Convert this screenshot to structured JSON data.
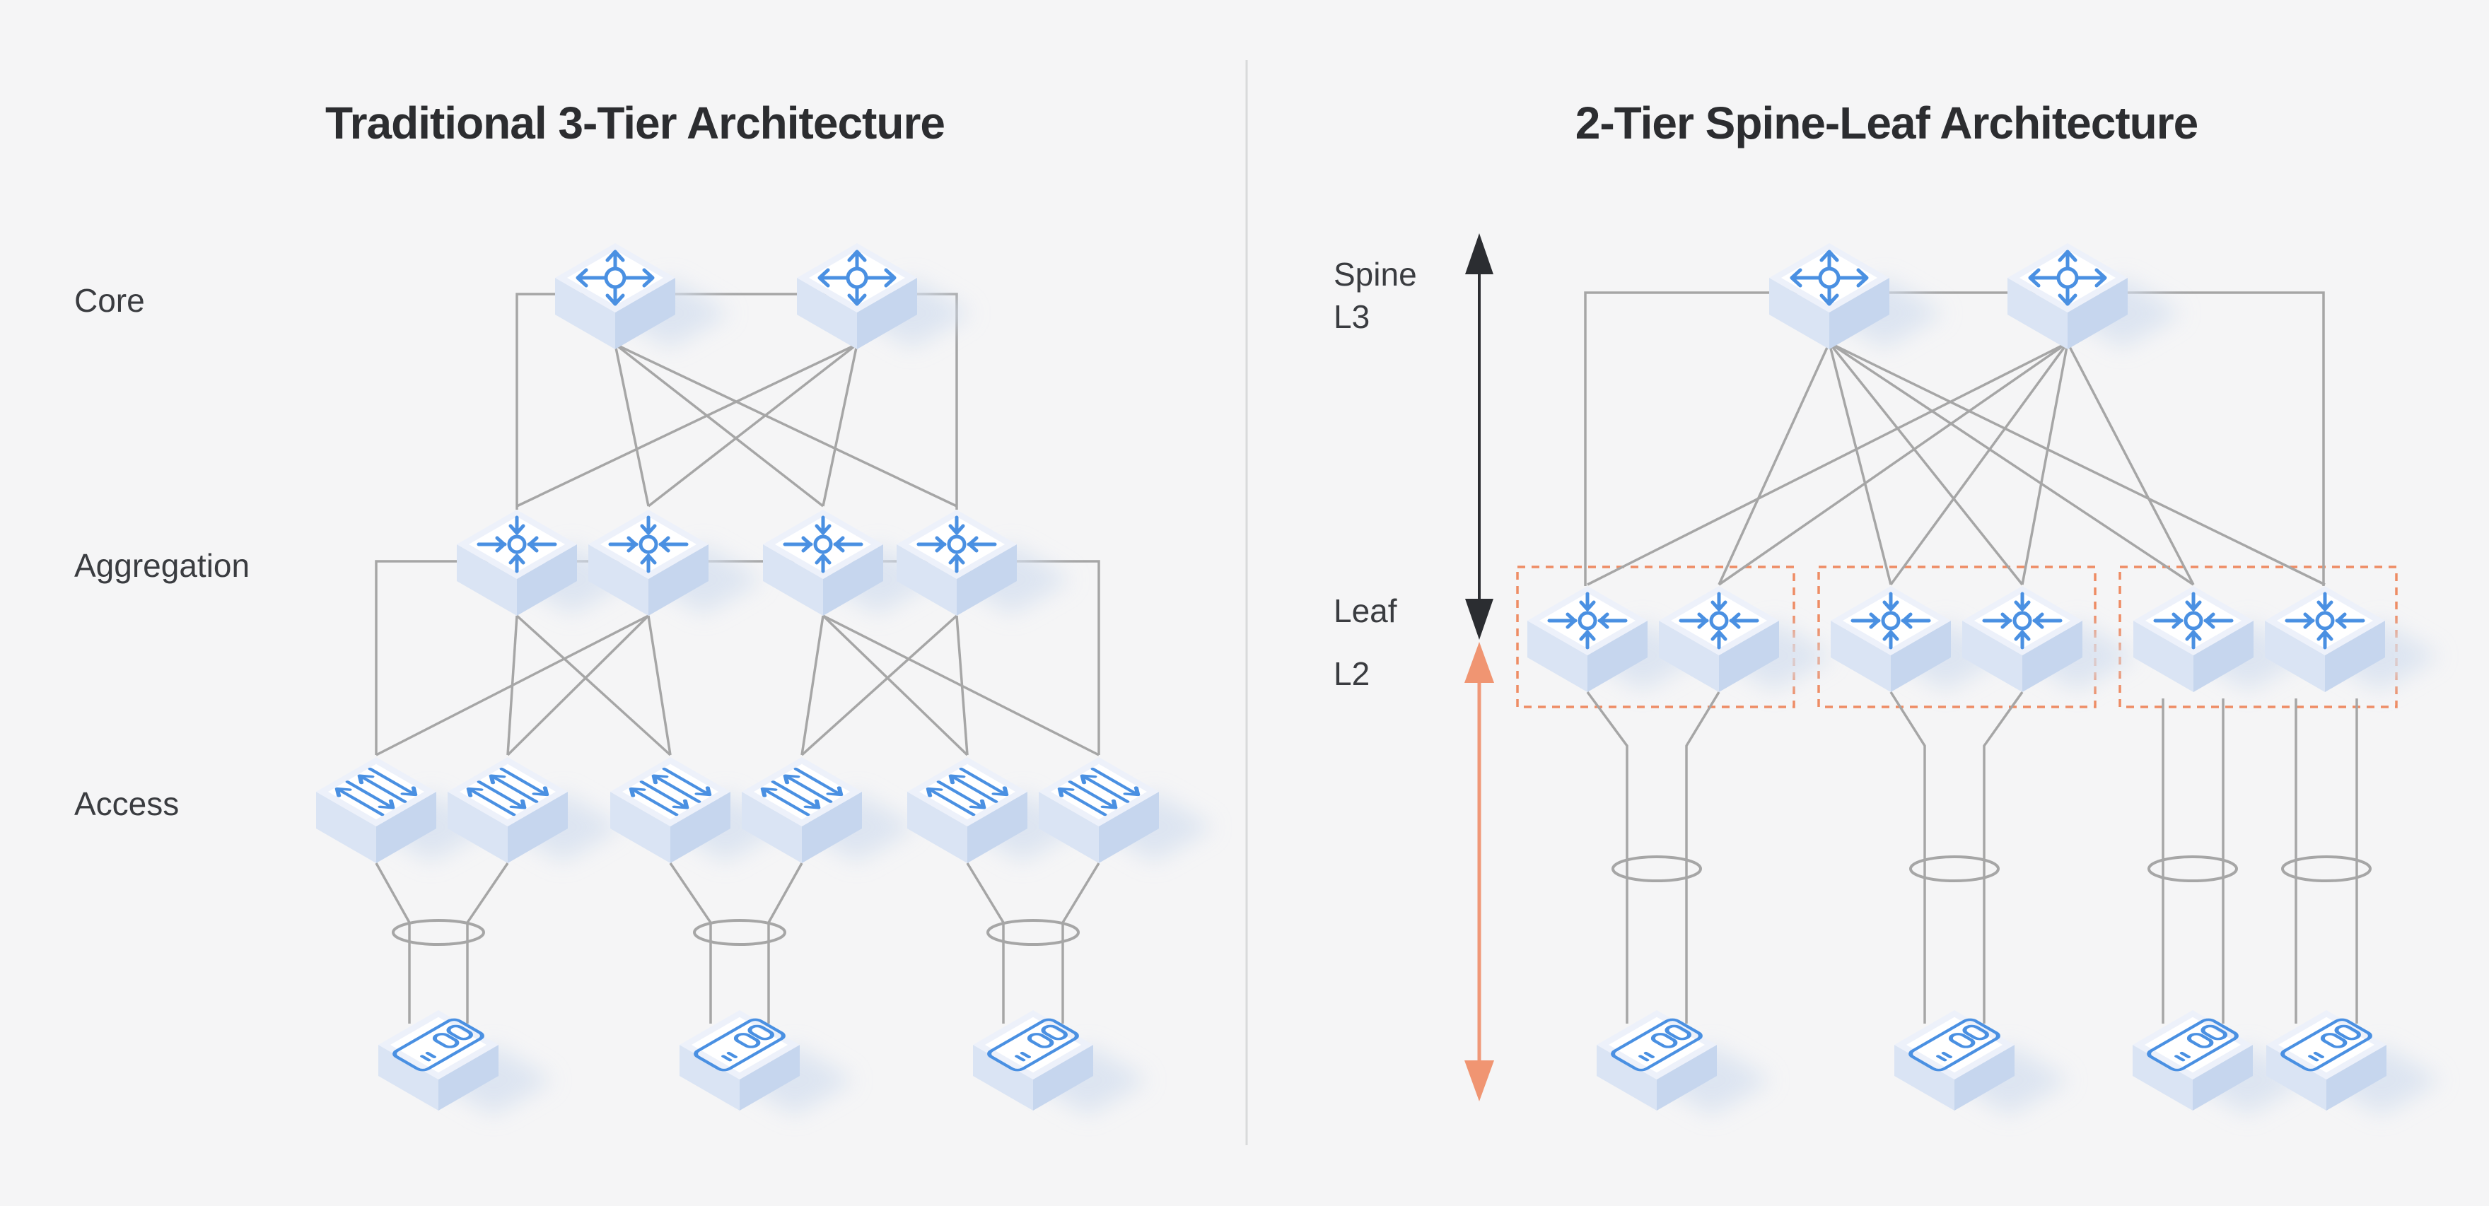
{
  "left": {
    "title": "Traditional 3-Tier Architecture",
    "tiers": [
      "Core",
      "Aggregation",
      "Access"
    ],
    "device_counts": {
      "core_switches": 2,
      "aggregation_switches": 4,
      "access_switches": 6,
      "servers": 3
    }
  },
  "right": {
    "title": "2-Tier Spine-Leaf Architecture",
    "labels": {
      "spine": "Spine",
      "spine_layer": "L3",
      "leaf": "Leaf",
      "leaf_layer": "L2"
    },
    "device_counts": {
      "spine_switches": 2,
      "leaf_switches": 6,
      "leaf_pairs": 3,
      "servers": 4
    }
  },
  "icons": {
    "router-icon": "circle with four outward arrows (core/spine L3 switch)",
    "multilayer-switch-icon": "circle with four inward arrows (aggregation/leaf switch)",
    "l2-switch-icon": "four alternating diagonal arrows (access switch)",
    "server-icon": "isometric plate with 00 display",
    "lag-ellipse-icon": "oval around bundled links (link aggregation)"
  },
  "colors": {
    "background": "#f5f5f6",
    "icon_blue": "#4a90e2",
    "link_gray": "#a6a6a6",
    "dashed_box_orange": "#ee8c64",
    "extent_arrow_orange": "#f09572",
    "extent_arrow_black": "#2b2d31",
    "cube_top": "#ffffff",
    "cube_left_face": "#dae4f4",
    "cube_right_face": "#c6d6ee"
  }
}
